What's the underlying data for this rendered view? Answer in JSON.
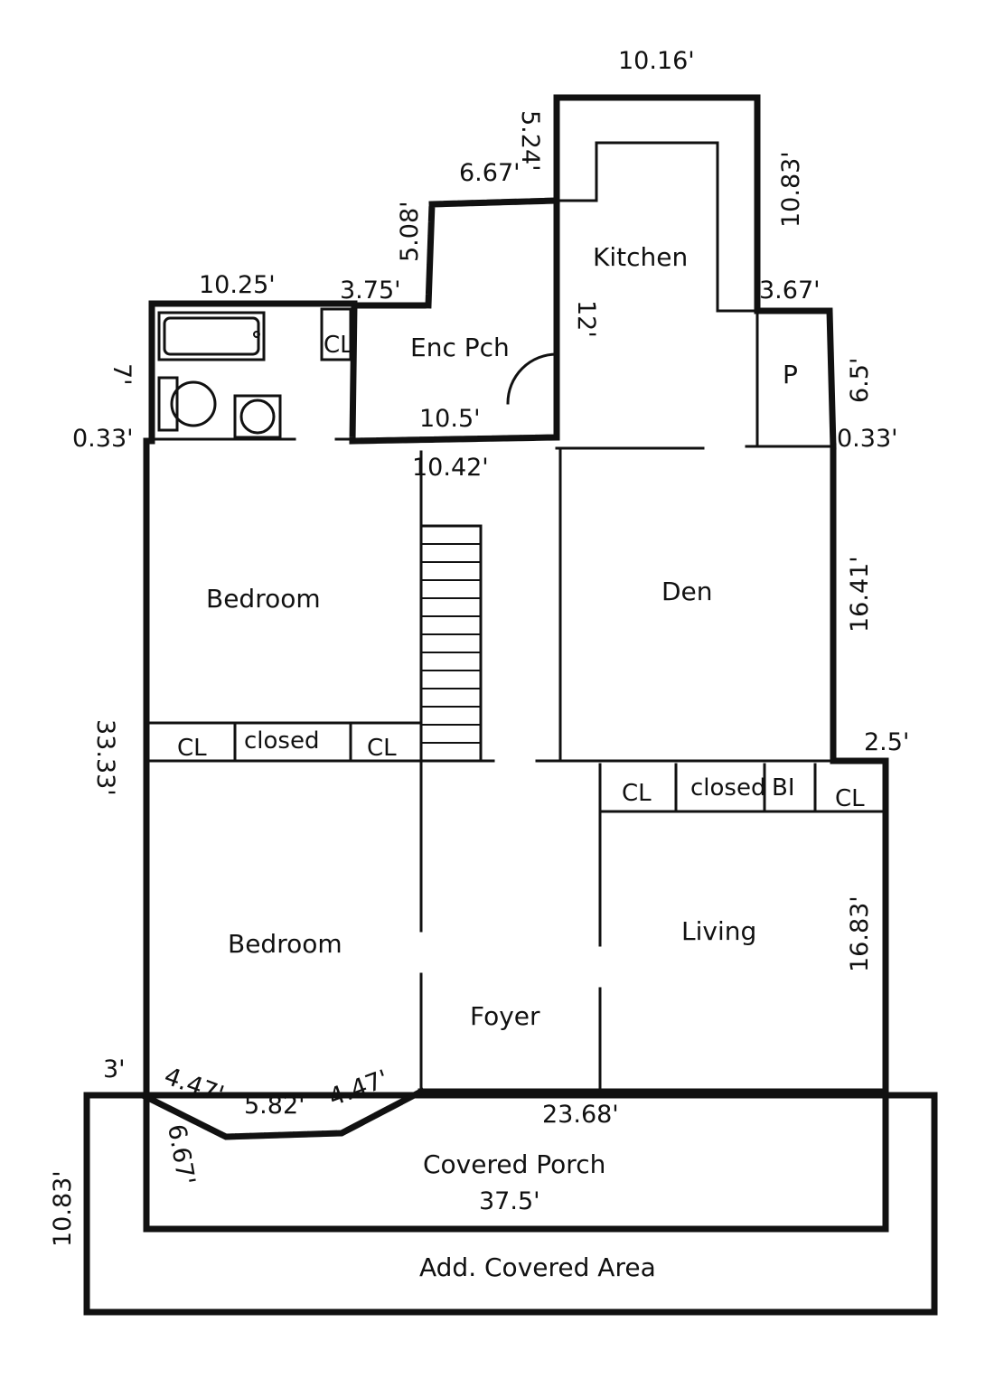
{
  "rooms": {
    "kitchen": "Kitchen",
    "enc_pch": "Enc Pch",
    "den": "Den",
    "bedroom_upper": "Bedroom",
    "bedroom_lower": "Bedroom",
    "living": "Living",
    "foyer": "Foyer",
    "covered_porch": "Covered Porch",
    "add_covered_area": "Add. Covered Area",
    "pantry": "P"
  },
  "closets": {
    "cl_bath": "CL",
    "cl_left": "CL",
    "closed_mid": "closed",
    "cl_right": "CL",
    "cl_living1": "CL",
    "closed_living": "closed",
    "bi": "BI",
    "cl_living2": "CL"
  },
  "dimensions": {
    "d_10_16": "10.16'",
    "d_5_24": "5.24'",
    "d_6_67_top": "6.67'",
    "d_10_83_right": "10.83'",
    "d_5_08": "5.08'",
    "d_10_25": "10.25'",
    "d_3_75": "3.75'",
    "d_3_67": "3.67'",
    "d_12": "12'",
    "d_7": "7'",
    "d_6_5": "6.5'",
    "d_0_33_left": "0.33'",
    "d_0_33_right": "0.33'",
    "d_10_5": "10.5'",
    "d_10_42": "10.42'",
    "d_16_41": "16.41'",
    "d_33_33": "33.33'",
    "d_2_5": "2.5'",
    "d_16_83": "16.83'",
    "d_3": "3'",
    "d_4_47_a": "4.47'",
    "d_5_82": "5.82'",
    "d_4_47_b": "4.47'",
    "d_23_68": "23.68'",
    "d_6_67_bottom": "6.67'",
    "d_37_5": "37.5'",
    "d_10_83_left": "10.83'"
  }
}
